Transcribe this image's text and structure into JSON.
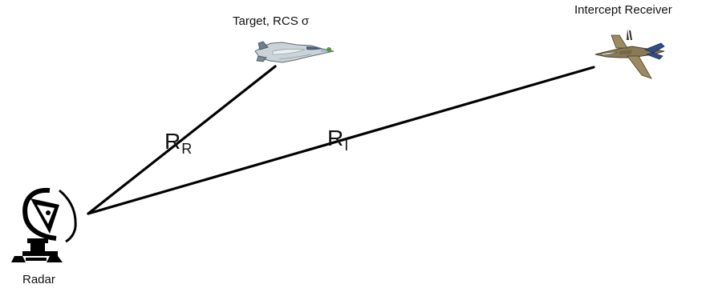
{
  "labels": {
    "target": "Target, RCS σ",
    "receiver": "Intercept Receiver",
    "radar": "Radar"
  },
  "ranges": {
    "rr_main": "R",
    "rr_sub": "R",
    "ri_main": "R",
    "ri_sub": "I"
  },
  "icons": {
    "target": "stealth-jet-icon",
    "receiver": "fighter-jet-icon",
    "radar": "radar-dish-icon"
  },
  "colors": {
    "line": "#000000",
    "target_body": "#c9d3d8",
    "receiver_body": "#8a7a55"
  }
}
